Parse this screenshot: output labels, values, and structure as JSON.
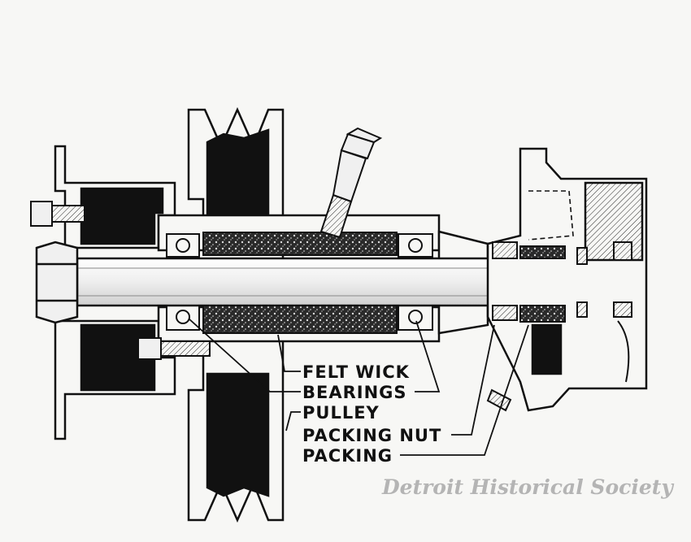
{
  "labels": {
    "felt_wick": "FELT WICK",
    "bearings": "BEARINGS",
    "pulley": "PULLEY",
    "packing_nut": "PACKING NUT",
    "packing": "PACKING"
  },
  "watermark": "Detroit Historical Society"
}
